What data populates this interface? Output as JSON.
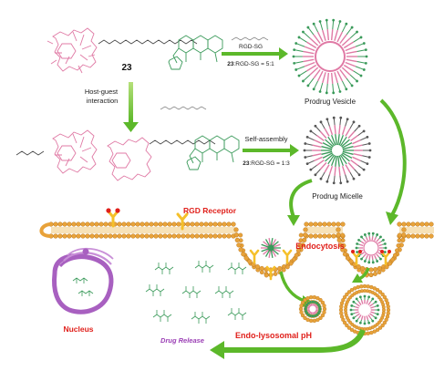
{
  "compound_label": "23",
  "rgd_sg_label": "RGD-SG",
  "ratio_top_prefix": "23",
  "ratio_top_rest": ":RGD-SG = 5:1",
  "prodrug_vesicle": "Prodrug Vesicle",
  "host_guest": "Host-guest\ninteraction",
  "self_assembly": "Self-assembly",
  "ratio_mid_prefix": "23",
  "ratio_mid_rest": ":RGD-SG = 1:3",
  "prodrug_micelle": "Prodrug Micelle",
  "rgd_receptor": "RGD Receptor",
  "endocytosis": "Endocytosis",
  "nucleus": "Nucleus",
  "drug_release": "Drug Release",
  "endo_lysosomal_ph": "Endo-lysosomal  pH",
  "colors": {
    "arrow_green": "#5cb82a",
    "membrane_tan": "#e8a23a",
    "membrane_red": "#cc3b2a",
    "cd_pink": "#e07aa5",
    "drug_green": "#3a9a5a",
    "receptor_yellow": "#f5c02a",
    "nucleus_purple": "#a860c0",
    "label_red": "#e0201b",
    "label_purple": "#9b3fb5"
  }
}
